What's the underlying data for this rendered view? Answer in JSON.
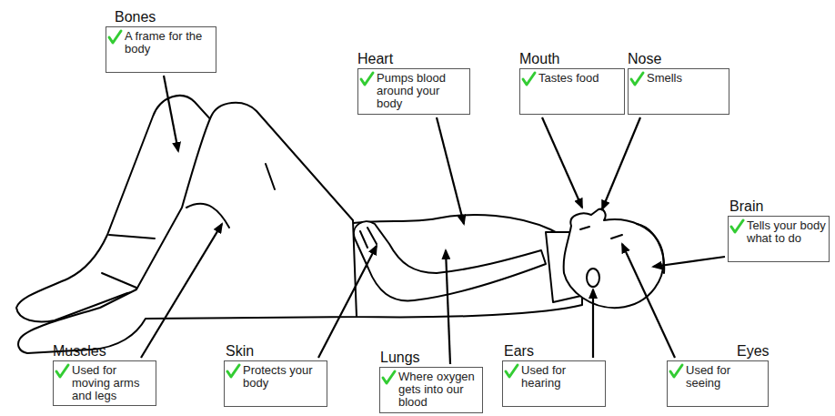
{
  "diagram": {
    "nodes": [
      {
        "text": [
          "Bones",
          "A frame for the body"
        ]
      },
      {
        "text": [
          "Heart",
          "Pumps blood around your body"
        ]
      },
      {
        "text": [
          "Mouth",
          "Tastes food"
        ]
      },
      {
        "text": [
          "Nose",
          "Smells"
        ]
      },
      {
        "text": [
          "Brain",
          "Tells your body what to do"
        ]
      },
      {
        "text": [
          "Muscles",
          "Used for moving arms and legs"
        ]
      },
      {
        "text": [
          "Skin",
          "Protects your body"
        ]
      },
      {
        "text": [
          "Lungs",
          "Where oxygen gets into our blood"
        ]
      },
      {
        "text": [
          "Ears",
          "Used for hearing"
        ]
      },
      {
        "text": [
          "Eyes",
          "Used for seeing"
        ]
      }
    ]
  }
}
